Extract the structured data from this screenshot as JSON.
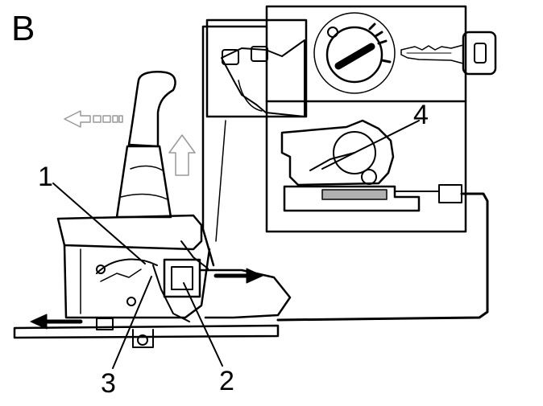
{
  "figure": {
    "panel_label": "B",
    "callouts": [
      "1",
      "2",
      "3",
      "4"
    ]
  },
  "icons": {
    "ignition_dial": "ignition-key-cylinder-icon",
    "key": "ignition-key-icon",
    "lock_lever": "key-interlock-lever-icon",
    "solenoid": "shift-lock-solenoid-icon",
    "gear_lever": "shift-lever-icon",
    "push_arrow": "up-arrow-icon",
    "move_arrow": "left-arrow-icon"
  },
  "colors": {
    "line": "#000000",
    "fill_gray": "#b0b0b0",
    "background": "#ffffff"
  }
}
